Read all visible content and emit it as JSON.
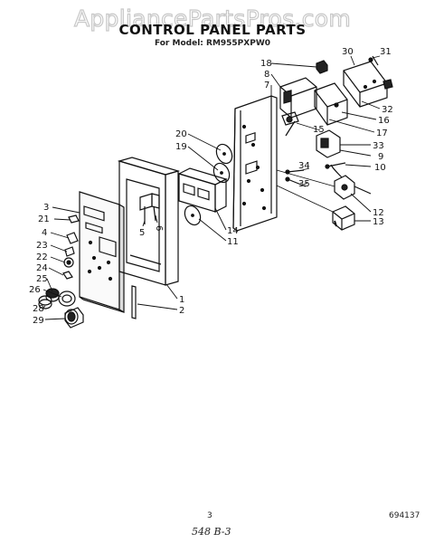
{
  "watermark": "AppliancePartsPros.com",
  "header": {
    "title": "CONTROL PANEL PARTS",
    "model_line": "For Model: RM955PXPW0"
  },
  "footer": {
    "page_number": "3",
    "doc_code": "694137",
    "handwritten_note": "548 B-3"
  },
  "callouts": [
    "1",
    "2",
    "3",
    "4",
    "5",
    "6",
    "7",
    "8",
    "9",
    "10",
    "11",
    "12",
    "13",
    "14",
    "15",
    "16",
    "17",
    "18",
    "19",
    "20",
    "21",
    "22",
    "23",
    "24",
    "25",
    "26",
    "28",
    "29",
    "30",
    "31",
    "32",
    "33",
    "34",
    "35"
  ]
}
